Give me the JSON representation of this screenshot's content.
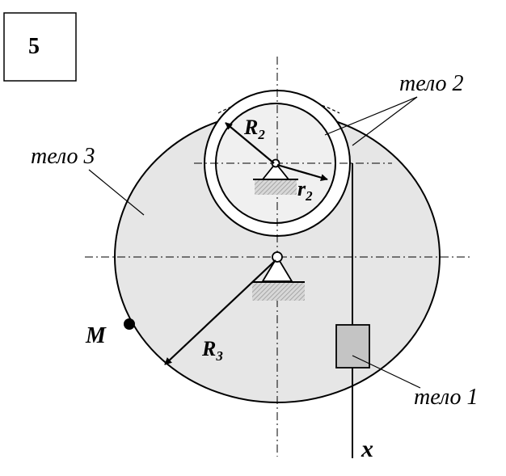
{
  "problem_number": "5",
  "labels": {
    "body1": "тело 1",
    "body2": "тело 2",
    "body3": "тело 3",
    "R2_letter": "R",
    "R2_sub": "2",
    "r2_letter": "r",
    "r2_sub": "2",
    "R3_letter": "R",
    "R3_sub": "3",
    "M": "M",
    "x": "x"
  },
  "colors": {
    "disc_fill": "#e6e6e6",
    "block_fill": "#c4c4c4",
    "hatch": "#b0b0b0",
    "stroke": "#000000"
  }
}
